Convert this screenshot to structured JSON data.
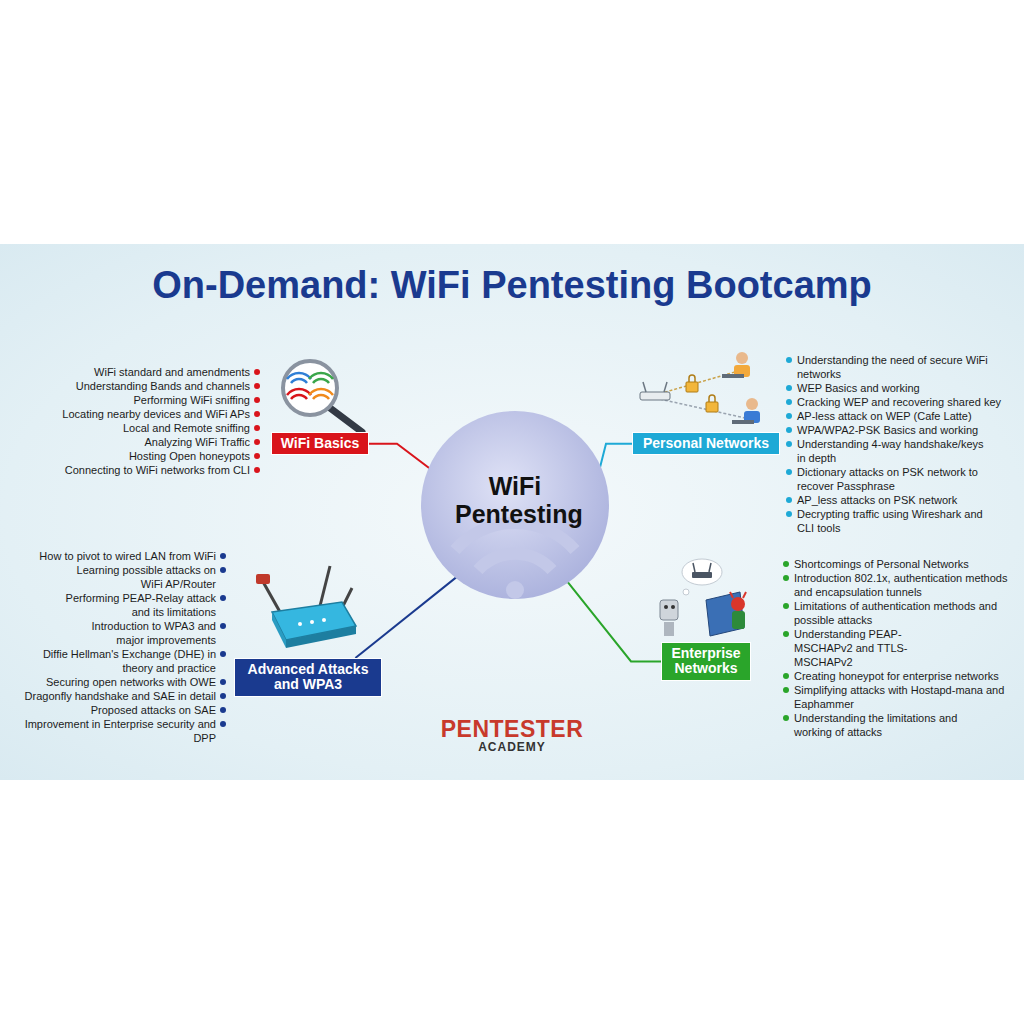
{
  "diagram": {
    "title": "On-Demand: WiFi Pentesting Bootcamp",
    "nodes": [
      {
        "text": [
          "WiFi Pentesting"
        ]
      },
      {
        "text": [
          "WiFi Basics"
        ]
      },
      {
        "text": [
          "Personal Networks"
        ]
      },
      {
        "text": [
          "Advanced Attacks and WPA3"
        ]
      },
      {
        "text": [
          "Enterprise Networks"
        ]
      }
    ],
    "edges": [
      {
        "from": 0,
        "to": 1,
        "arrow": "none"
      },
      {
        "from": 0,
        "to": 2,
        "arrow": "none"
      },
      {
        "from": 0,
        "to": 3,
        "arrow": "none"
      },
      {
        "from": 0,
        "to": 4,
        "arrow": "none"
      }
    ],
    "labels": [
      "WiFi standard and amendments",
      "Understanding Bands and channels",
      "Performing WiFi sniffing",
      "Locating nearby devices and WiFi APs",
      "Local and Remote sniffing",
      "Analyzing WiFi Traffic",
      "Hosting Open honeypots",
      "Connecting to WiFi networks from CLI",
      "Understanding the need of secure WiFi networks",
      "WEP Basics and working",
      "Cracking WEP and recovering shared key",
      "AP-less attack on WEP (Cafe Latte)",
      "WPA/WPA2-PSK Basics and working",
      "Understanding 4-way handshake/keys in depth",
      "Dictionary attacks on PSK network to recover Passphrase",
      "AP_less attacks on PSK network",
      "Decrypting traffic using Wireshark and CLI tools",
      "How to pivot to wired LAN from WiFi",
      "Learning possible attacks on WiFi AP/Router",
      "Performing PEAP-Relay attack and its limitations",
      "Introduction to WPA3 and major improvements",
      "Diffie Hellman's Exchange (DHE) in theory and practice",
      "Securing open networks with OWE",
      "Dragonfly handshake and SAE in detail",
      "Proposed attacks on SAE",
      "Improvement in Enterprise security and DPP",
      "Shortcomings of Personal Networks",
      "Introduction 802.1x, authentication methods and encapsulation tunnels",
      "Limitations of authentication methods and possible attacks",
      "Understanding PEAP-MSCHAPv2 and TTLS-MSCHAPv2",
      "Creating honeypot for enterprise networks",
      "Simplifying attacks with Hostapd-mana and Eaphammer",
      "Understanding the limitations and working of attacks",
      "PENTESTER",
      "ACADEMY"
    ]
  }
}
